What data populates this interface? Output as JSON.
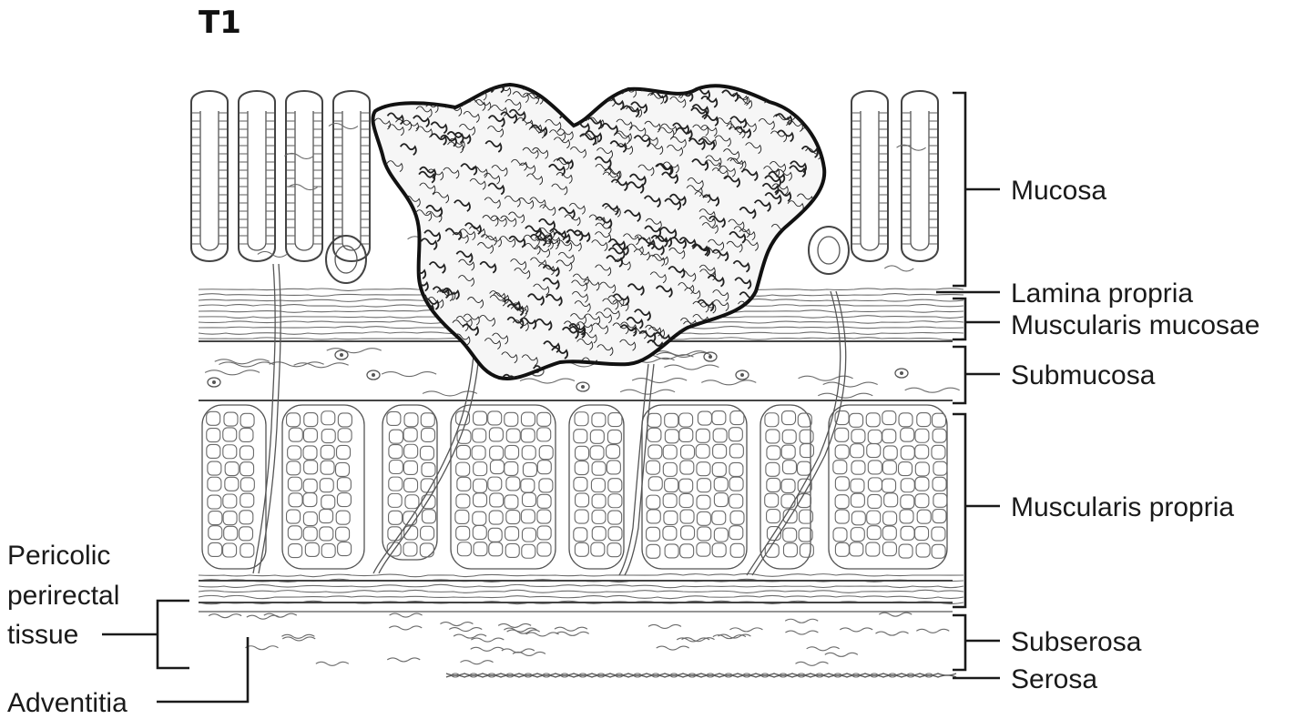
{
  "figure": {
    "title": "T1"
  },
  "layers": {
    "mucosa": "Mucosa",
    "lamina_propria": "Lamina propria",
    "muscularis_mucosae": "Muscularis mucosae",
    "submucosa": "Submucosa",
    "muscularis_propria": "Muscularis propria",
    "subserosa": "Subserosa",
    "serosa": "Serosa"
  },
  "left_labels": {
    "pericolic_line1": "Pericolic",
    "pericolic_line2": "perirectal",
    "pericolic_line3": "tissue",
    "adventitia": "Adventitia"
  },
  "colors": {
    "ink": "#1a1a1a",
    "tissue_line": "#555555",
    "tumor_outline": "#111111",
    "background": "#ffffff"
  }
}
